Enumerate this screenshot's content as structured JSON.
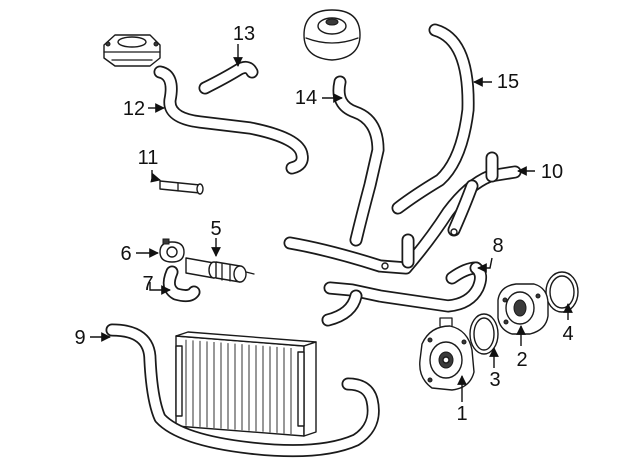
{
  "callouts": [
    {
      "id": "1",
      "text": "1"
    },
    {
      "id": "2",
      "text": "2"
    },
    {
      "id": "3",
      "text": "3"
    },
    {
      "id": "4",
      "text": "4"
    },
    {
      "id": "5",
      "text": "5"
    },
    {
      "id": "6",
      "text": "6"
    },
    {
      "id": "7",
      "text": "7"
    },
    {
      "id": "8",
      "text": "8"
    },
    {
      "id": "9",
      "text": "9"
    },
    {
      "id": "10",
      "text": "10"
    },
    {
      "id": "11",
      "text": "11"
    },
    {
      "id": "12",
      "text": "12"
    },
    {
      "id": "13",
      "text": "13"
    },
    {
      "id": "14",
      "text": "14"
    },
    {
      "id": "15",
      "text": "15"
    }
  ],
  "colors": {
    "line": "#1a1a1a",
    "fill": "#ffffff",
    "shade": "#3a3a3a"
  }
}
